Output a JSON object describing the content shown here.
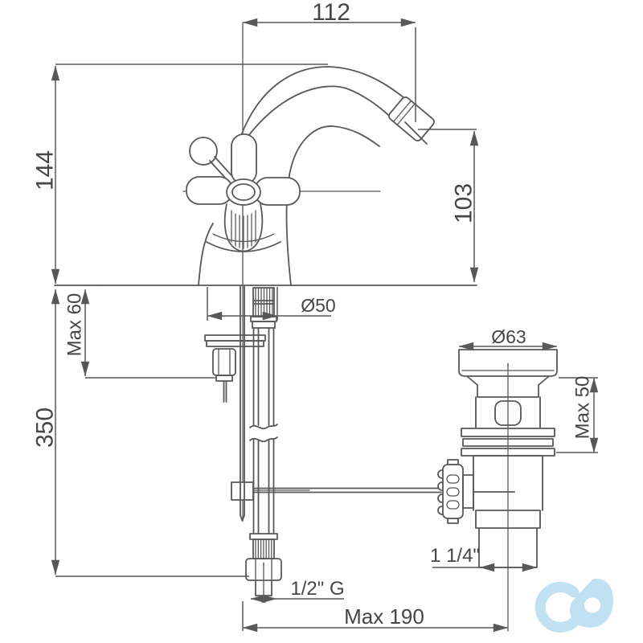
{
  "meta": {
    "drawing_type": "technical-dimension-drawing",
    "subject": "basin mixer faucet with curved spout, cross handle and pop-up waste drain",
    "view": "front elevation",
    "units": "mm",
    "background": "#ffffff"
  },
  "palette": {
    "line": "#58585a",
    "text": "#454548",
    "logo": "#bfe1f2"
  },
  "dimensions": {
    "spout_reach": {
      "label": "112"
    },
    "spout_height": {
      "label": "144"
    },
    "aerator_height": {
      "label": "103"
    },
    "deck_max_thickness": {
      "label": "Max 60"
    },
    "hose_length": {
      "label": "350"
    },
    "base_diameter": {
      "label": "Ø50"
    },
    "waste_flange_diameter": {
      "label": "Ø63"
    },
    "waste_deck_max": {
      "label": "Max 50"
    },
    "waste_thread": {
      "label": "1 1/4\""
    },
    "supply_thread": {
      "label": "1/2\" G"
    },
    "popup_rod_reach": {
      "label": "Max 190"
    }
  },
  "logo": {
    "name": "cd-brand-watermark",
    "color": "#bfe1f2"
  }
}
